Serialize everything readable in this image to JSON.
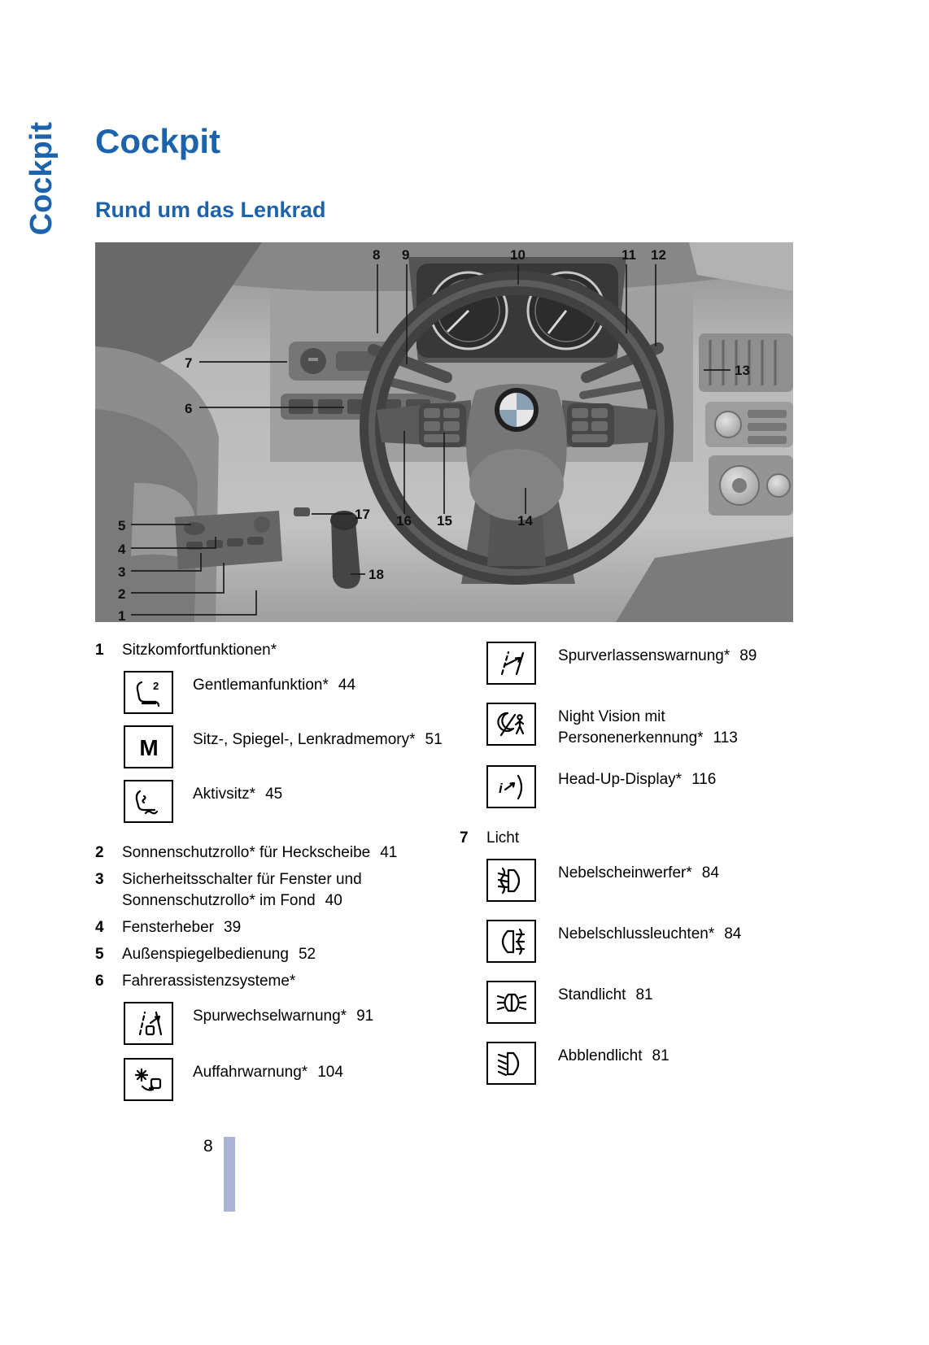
{
  "sidebar": {
    "vertical_label": "Cockpit"
  },
  "header": {
    "title": "Cockpit",
    "subtitle": "Rund um das Lenkrad"
  },
  "diagram": {
    "callouts": [
      "1",
      "2",
      "3",
      "4",
      "5",
      "6",
      "7",
      "8",
      "9",
      "10",
      "11",
      "12",
      "13",
      "14",
      "15",
      "16",
      "17",
      "18"
    ]
  },
  "legend": {
    "left": [
      {
        "num": "1",
        "label": "Sitzkomfortfunktionen*"
      },
      {
        "icon": "gentleman-function-icon",
        "label": "Gentlemanfunktion*",
        "page": "44"
      },
      {
        "icon": "memory-function-icon",
        "label": "Sitz-, Spiegel-, Lenkradmemory*",
        "page": "51"
      },
      {
        "icon": "active-seat-icon",
        "label": "Aktivsitz*",
        "page": "45"
      },
      {
        "num": "2",
        "label": "Sonnenschutzrollo* für Heckscheibe",
        "page": "41"
      },
      {
        "num": "3",
        "label": "Sicherheitsschalter für Fenster und Sonnenschutzrollo* im Fond",
        "page": "40"
      },
      {
        "num": "4",
        "label": "Fensterheber",
        "page": "39"
      },
      {
        "num": "5",
        "label": "Außenspiegelbedienung",
        "page": "52"
      },
      {
        "num": "6",
        "label": "Fahrerassistenzsysteme*"
      },
      {
        "icon": "lane-change-warning-icon",
        "label": "Spurwechselwarnung*",
        "page": "91"
      },
      {
        "icon": "collision-warning-icon",
        "label": "Auffahrwarnung*",
        "page": "104"
      }
    ],
    "right": [
      {
        "icon": "lane-departure-warning-icon",
        "label": "Spurverlassenswarnung*",
        "page": "89"
      },
      {
        "icon": "night-vision-icon",
        "label": "Night Vision mit Personenerkennung*",
        "page": "113"
      },
      {
        "icon": "head-up-display-icon",
        "label": "Head-Up-Display*",
        "page": "116"
      },
      {
        "num": "7",
        "label": "Licht"
      },
      {
        "icon": "front-fog-light-icon",
        "label": "Nebelscheinwerfer*",
        "page": "84"
      },
      {
        "icon": "rear-fog-light-icon",
        "label": "Nebelschlussleuchten*",
        "page": "84"
      },
      {
        "icon": "parking-light-icon",
        "label": "Standlicht",
        "page": "81"
      },
      {
        "icon": "low-beam-icon",
        "label": "Abblendlicht",
        "page": "81"
      }
    ]
  },
  "footer": {
    "page_number": "8"
  },
  "colors": {
    "accent_blue": "#1c63ab",
    "footer_bar": "#a9b4d7"
  }
}
